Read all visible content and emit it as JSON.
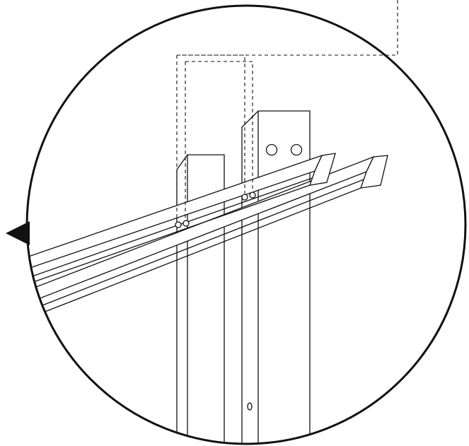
{
  "diagram": {
    "kind": "assembly-detail-callout",
    "line_color": "#111111",
    "background_color": "#ffffff",
    "parts": {
      "posts": 2,
      "rails": 2,
      "top_screw_holes_on_right_post": 2,
      "pilot_hole_pairs_on_front_rail": 2,
      "lower_hole_on_right_post": 1
    }
  }
}
